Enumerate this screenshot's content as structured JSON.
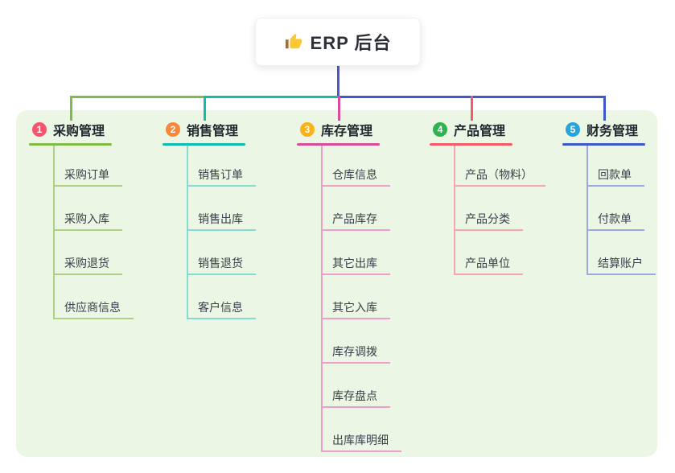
{
  "root": {
    "label": "ERP 后台",
    "icon": "thumbs-up-icon",
    "icon_colors": {
      "hand": "#fac832",
      "sleeve": "#a96b2f"
    }
  },
  "connector": {
    "stem_color": "#4e58cc"
  },
  "canvas": {
    "panel_color": "#ebf6e5"
  },
  "branches": [
    {
      "badge": "1",
      "badge_color": "#f8546f",
      "line_color": "#82bb47",
      "light_line_color": "#aed186",
      "title": "采购管理",
      "children": [
        "采购订单",
        "采购入库",
        "采购退货",
        "供应商信息"
      ]
    },
    {
      "badge": "2",
      "badge_color": "#f8863b",
      "line_color": "#12bcab",
      "light_line_color": "#84dbd1",
      "title": "销售管理",
      "children": [
        "销售订单",
        "销售出库",
        "销售退货",
        "客户信息"
      ]
    },
    {
      "badge": "3",
      "badge_color": "#fbb117",
      "line_color": "#d84c9b",
      "light_line_color": "#eb9fc9",
      "title": "库存管理",
      "children": [
        "仓库信息",
        "产品库存",
        "其它出库",
        "其它入库",
        "库存调拨",
        "库存盘点",
        "出库库明细"
      ]
    },
    {
      "badge": "4",
      "badge_color": "#2fb350",
      "line_color": "#f25c66",
      "light_line_color": "#f7a6ab",
      "title": "产品管理",
      "children": [
        "产品（物料）",
        "产品分类",
        "产品单位"
      ]
    },
    {
      "badge": "5",
      "badge_color": "#29a3dc",
      "line_color": "#3f57cc",
      "light_line_color": "#9ba9e2",
      "title": "财务管理",
      "children": [
        "回款单",
        "付款单",
        "结算账户"
      ]
    }
  ]
}
